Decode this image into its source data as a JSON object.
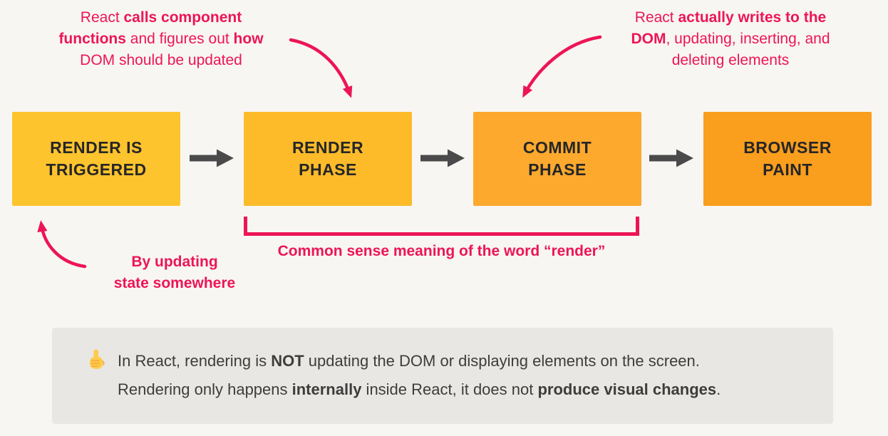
{
  "colors": {
    "background": "#F7F6F3",
    "pink": "#ED1555",
    "flow_arrow": "#4A4A4A",
    "box_text": "#262626",
    "note_bg": "#E9E7E3",
    "note_text": "#3D3D3D"
  },
  "flow": {
    "steps": [
      {
        "label": "RENDER IS\nTRIGGERED",
        "bg": "#FEC42D"
      },
      {
        "label": "RENDER\nPHASE",
        "bg": "#FDBB2A"
      },
      {
        "label": "COMMIT\nPHASE",
        "bg": "#FCA92E"
      },
      {
        "label": "BROWSER\nPAINT",
        "bg": "#F99E1D"
      }
    ]
  },
  "annotations": {
    "render_phase": {
      "lines": [
        [
          {
            "t": "React ",
            "b": false
          },
          {
            "t": "calls component",
            "b": true
          }
        ],
        [
          {
            "t": "functions",
            "b": true
          },
          {
            "t": " and figures out ",
            "b": false
          },
          {
            "t": "how",
            "b": true
          }
        ],
        [
          {
            "t": "DOM should be updated",
            "b": false
          }
        ]
      ]
    },
    "commit_phase": {
      "lines": [
        [
          {
            "t": "React ",
            "b": false
          },
          {
            "t": "actually writes to the",
            "b": true
          }
        ],
        [
          {
            "t": "DOM",
            "b": true
          },
          {
            "t": ", updating, inserting, and",
            "b": false
          }
        ],
        [
          {
            "t": "deleting elements",
            "b": false
          }
        ]
      ]
    },
    "trigger": {
      "lines": [
        [
          {
            "t": "By updating",
            "b": true
          }
        ],
        [
          {
            "t": "state somewhere",
            "b": true
          }
        ]
      ]
    }
  },
  "bracket": {
    "label": "Common sense meaning of the word “render”"
  },
  "note": {
    "icon": "point-up-emoji",
    "lines": [
      [
        {
          "t": "In React, rendering is ",
          "b": false
        },
        {
          "t": "NOT",
          "b": true
        },
        {
          "t": " updating the DOM or displaying elements on the screen.",
          "b": false
        }
      ],
      [
        {
          "t": "Rendering only happens ",
          "b": false
        },
        {
          "t": "internally",
          "b": true
        },
        {
          "t": " inside React, it does not ",
          "b": false
        },
        {
          "t": "produce visual changes",
          "b": true
        },
        {
          "t": ".",
          "b": false
        }
      ]
    ]
  }
}
